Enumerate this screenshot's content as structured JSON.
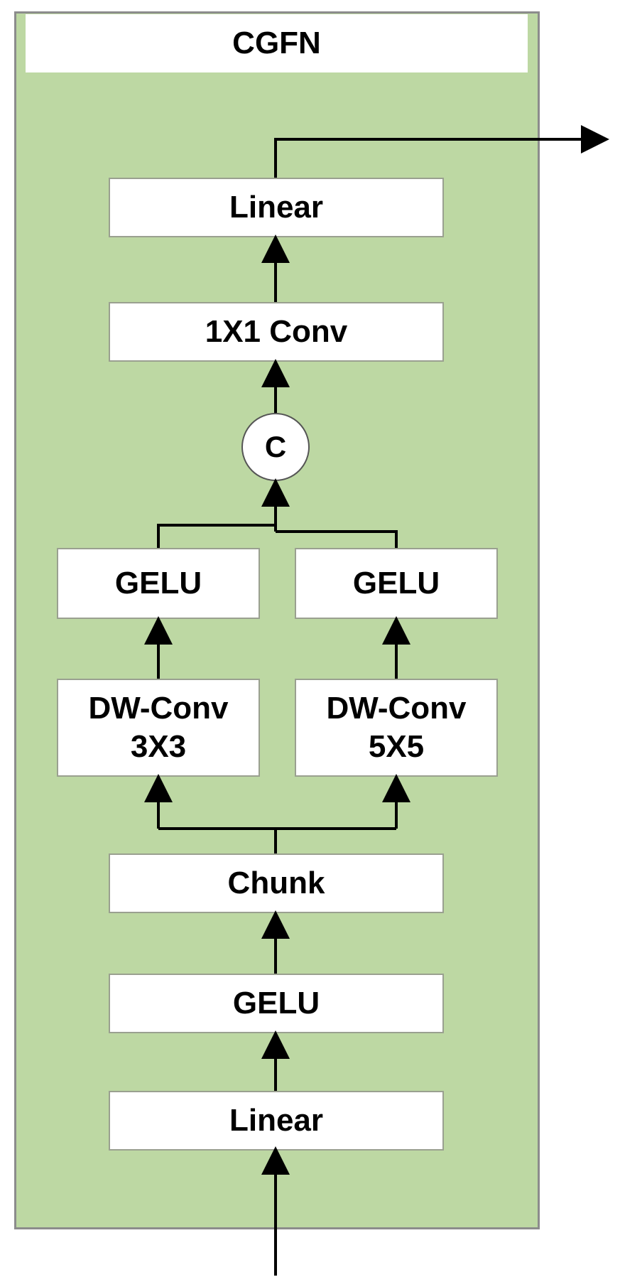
{
  "title": "CGFN",
  "blocks": {
    "linear_out": "Linear",
    "conv1x1": "1X1 Conv",
    "concat": "C",
    "gelu_left": "GELU",
    "gelu_right": "GELU",
    "dwconv_left_line1": "DW-Conv",
    "dwconv_left_line2": "3X3",
    "dwconv_right_line1": "DW-Conv",
    "dwconv_right_line2": "5X5",
    "chunk": "Chunk",
    "gelu_mid": "GELU",
    "linear_in": "Linear"
  },
  "colors": {
    "panel_fill": "#bdd8a3",
    "block_fill": "#ffffff",
    "wire": "#000000"
  }
}
